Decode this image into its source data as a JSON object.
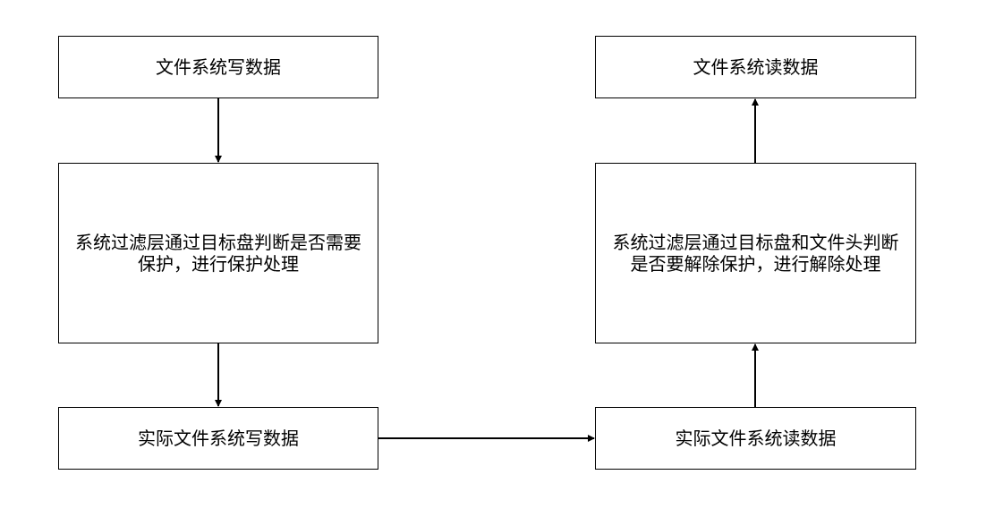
{
  "nodes": {
    "fs_write": "文件系统写数据",
    "filter_write": "系统过滤层通过目标盘判断是否需要保护，进行保护处理",
    "actual_write": "实际文件系统写数据",
    "actual_read": "实际文件系统读数据",
    "filter_read": "系统过滤层通过目标盘和文件头判断是否要解除保护，进行解除处理",
    "fs_read": "文件系统读数据"
  },
  "colors": {
    "stroke": "#000000",
    "fill": "#ffffff",
    "text": "#000000"
  }
}
